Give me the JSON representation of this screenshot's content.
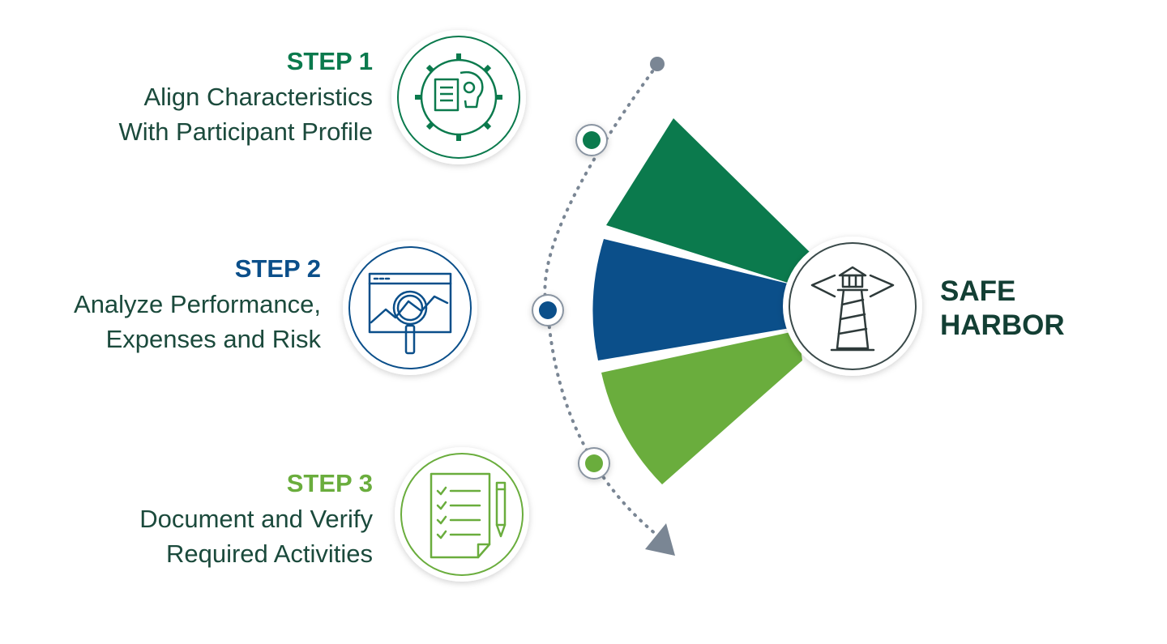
{
  "colors": {
    "step1": "#0b7a4d",
    "step2": "#0b4f8a",
    "step3": "#6aad3d",
    "text_dark": "#1b4a3c",
    "arc_gray": "#7a8694"
  },
  "steps": [
    {
      "title": "STEP 1",
      "lines": [
        "Align Characteristics",
        "With Participant Profile"
      ],
      "icon": "gear-document-head-icon"
    },
    {
      "title": "STEP 2",
      "lines": [
        "Analyze Performance,",
        "Expenses and Risk"
      ],
      "icon": "magnifier-chart-icon"
    },
    {
      "title": "STEP 3",
      "lines": [
        "Document and Verify",
        "Required Activities"
      ],
      "icon": "checklist-pencil-icon"
    }
  ],
  "goal": {
    "lines": [
      "SAFE",
      "HARBOR"
    ],
    "icon": "lighthouse-icon"
  }
}
